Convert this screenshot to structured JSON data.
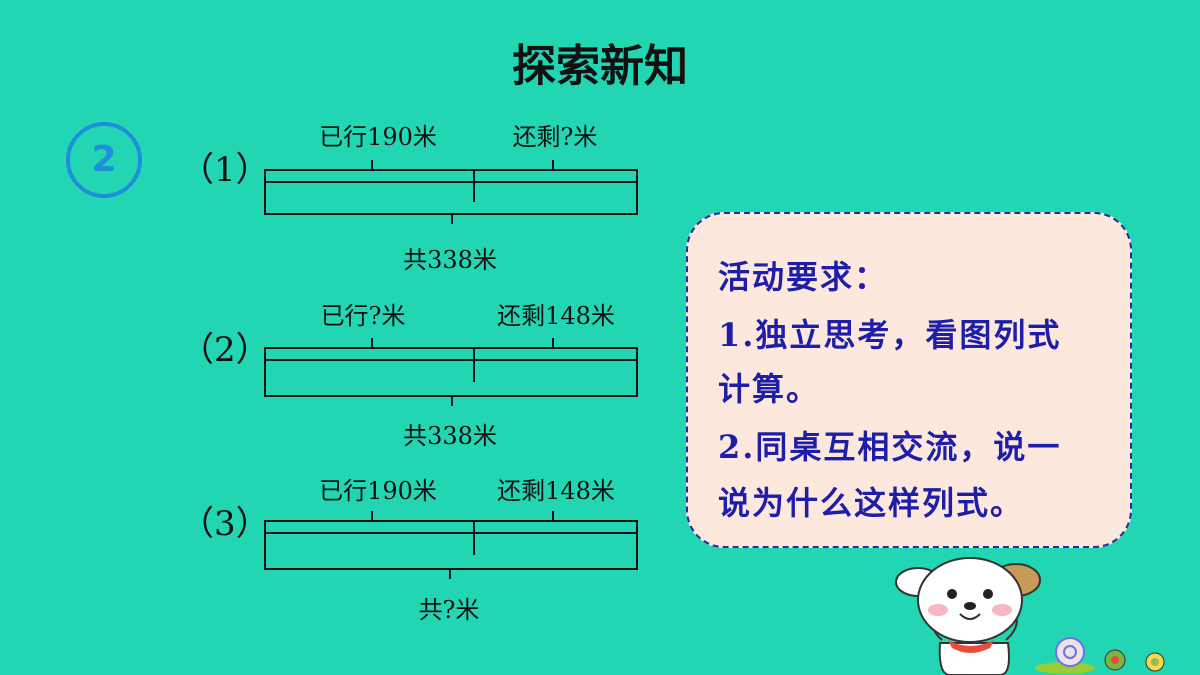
{
  "title": "探索新知",
  "example_number": "2",
  "diagrams": [
    {
      "label": "（1）",
      "done": "已行190米",
      "left": "还剩?米",
      "total": "共338米"
    },
    {
      "label": "（2）",
      "done": "已行?米",
      "left": "还剩148米",
      "total": "共338米"
    },
    {
      "label": "（3）",
      "done": "已行190米",
      "left": "还剩148米",
      "total": "共?米"
    }
  ],
  "requirements": {
    "heading": "活动要求：",
    "line1": "1.独立思考，看图列式",
    "line2": "计算。",
    "line3": "2.同桌互相交流，说一",
    "line4": "说为什么这样列式。"
  },
  "colors": {
    "background": "#22D6B4",
    "accent": "#1E8FD8",
    "box_fill": "#FDE8DD",
    "box_text": "#1E1EA8"
  }
}
